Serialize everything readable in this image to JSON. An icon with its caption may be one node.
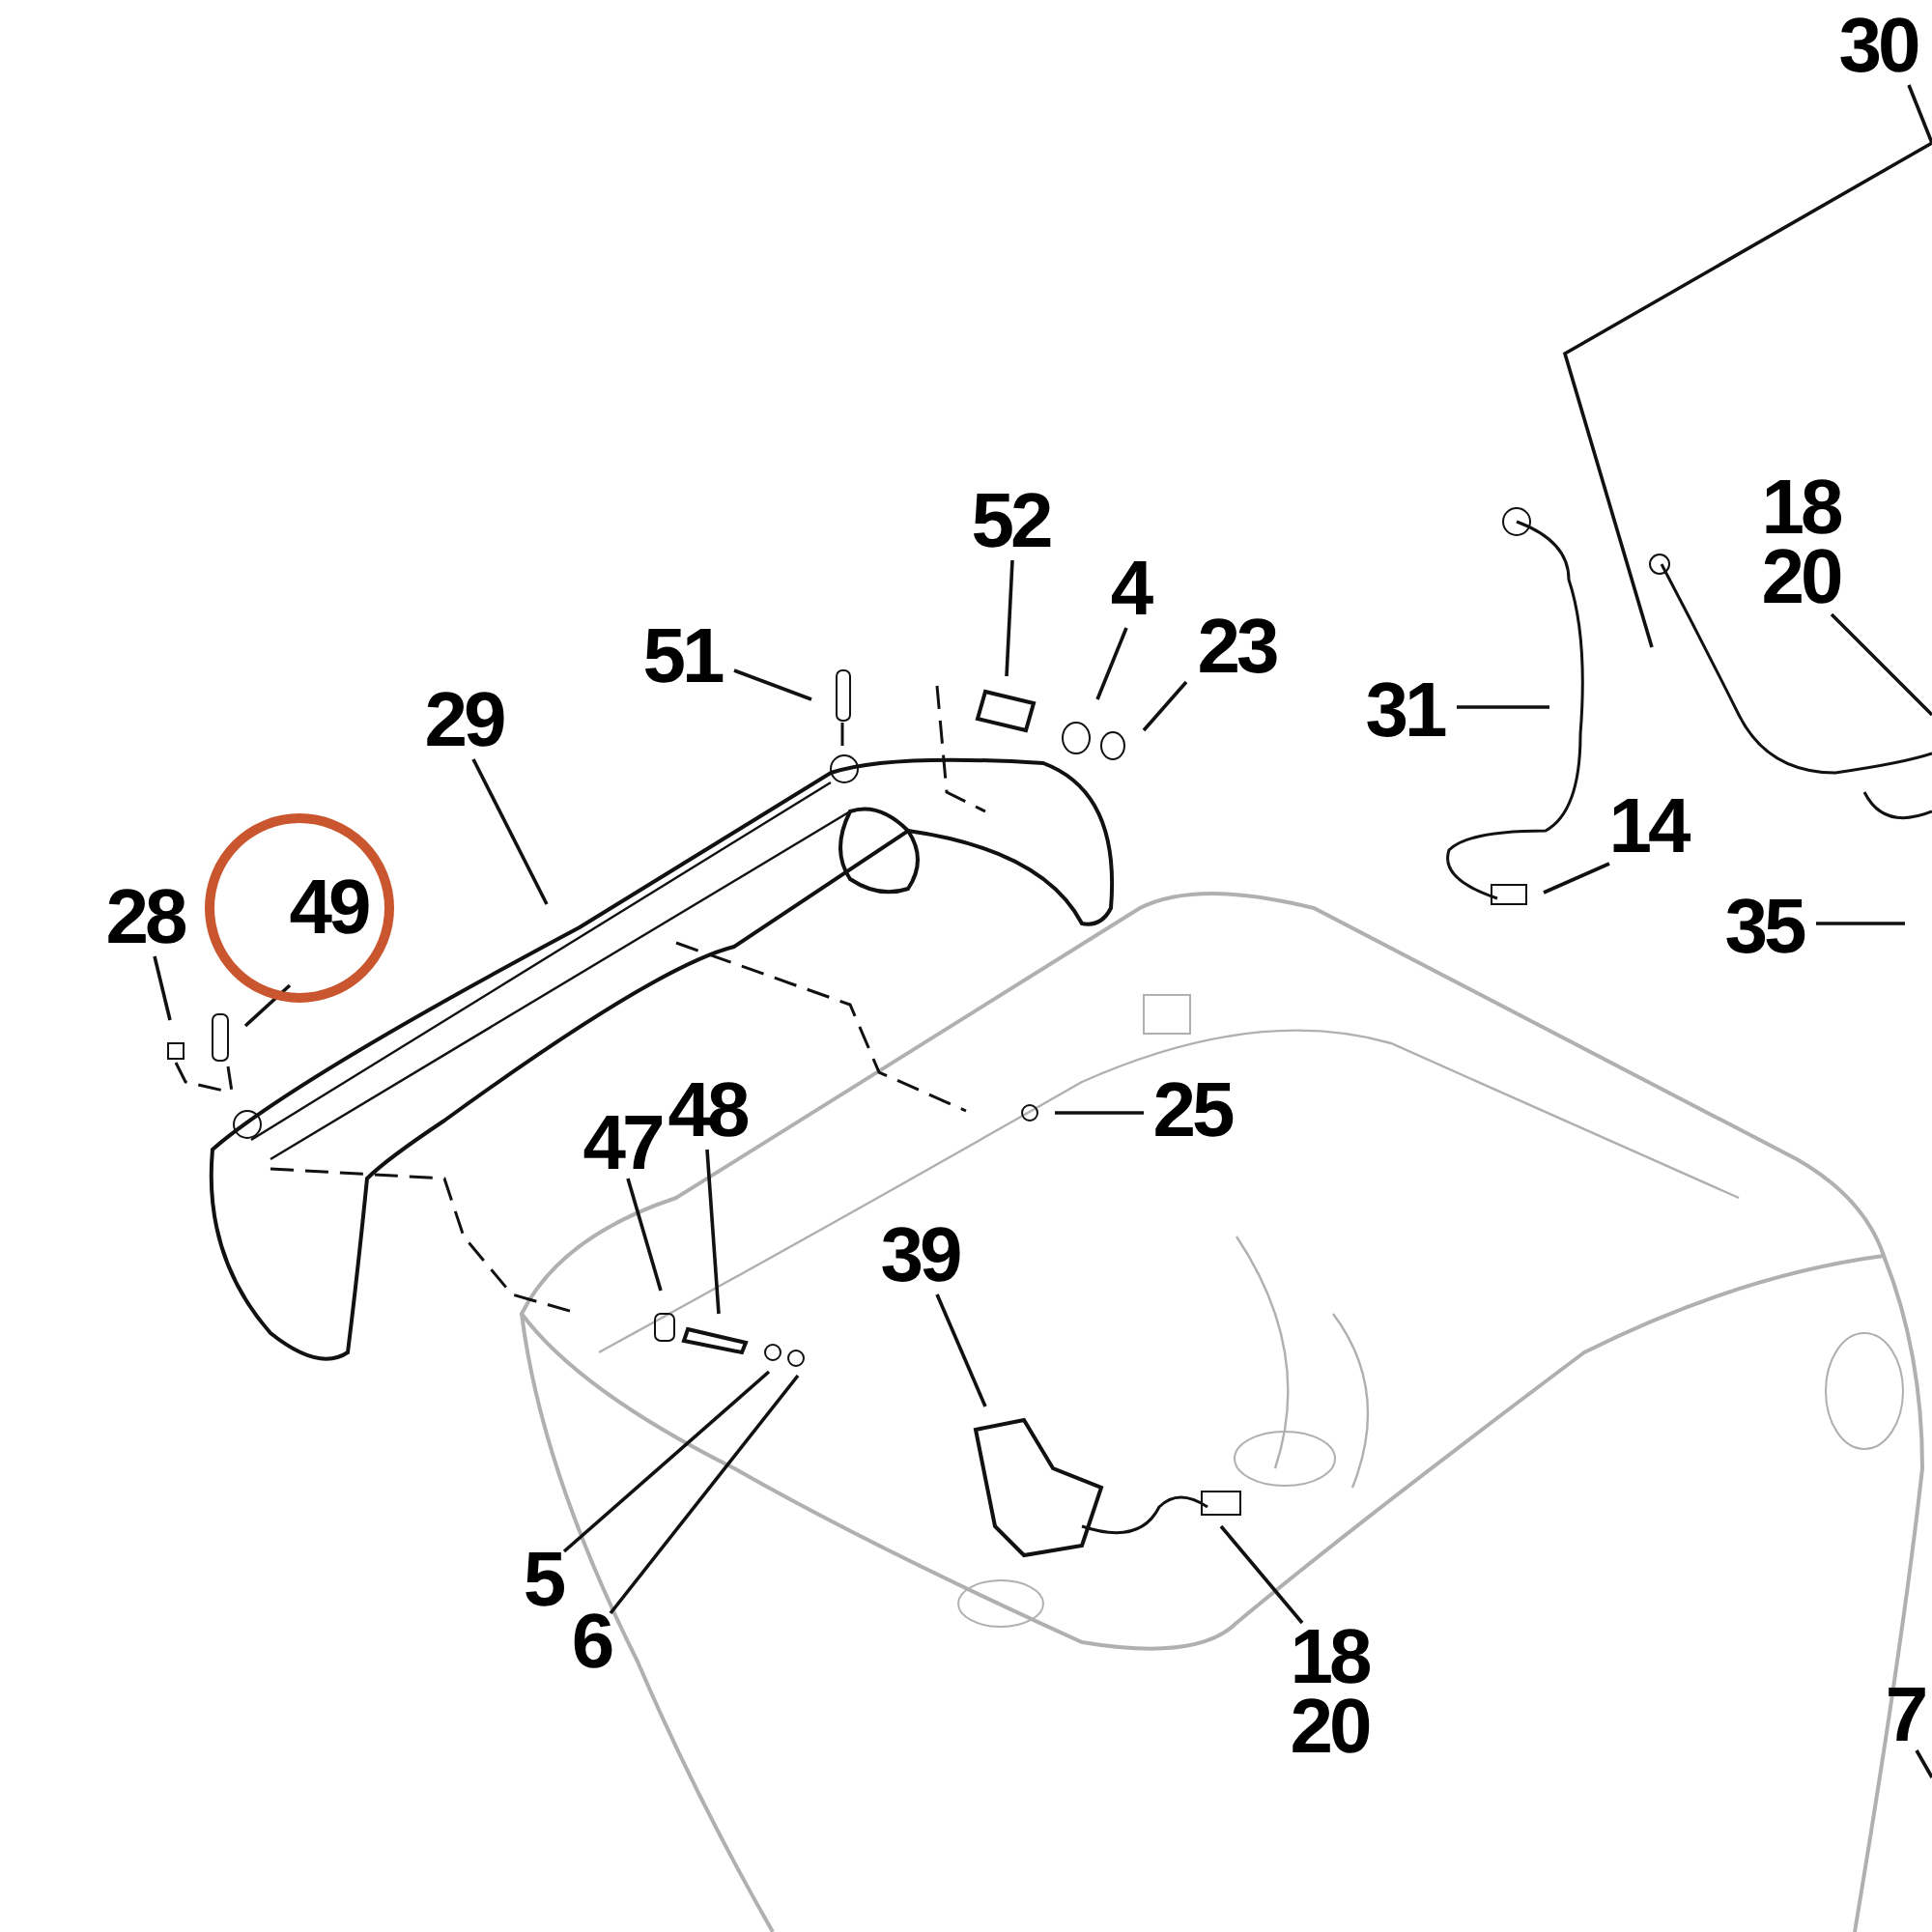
{
  "diagram": {
    "nodes": [
      {
        "text": [
          "30"
        ]
      },
      {
        "text": [
          "18",
          "20"
        ]
      },
      {
        "text": [
          "52"
        ]
      },
      {
        "text": [
          "4"
        ]
      },
      {
        "text": [
          "23"
        ]
      },
      {
        "text": [
          "51"
        ]
      },
      {
        "text": [
          "31"
        ]
      },
      {
        "text": [
          "29"
        ]
      },
      {
        "text": [
          "14"
        ]
      },
      {
        "text": [
          "35"
        ]
      },
      {
        "text": [
          "28"
        ]
      },
      {
        "text": [
          "49"
        ]
      },
      {
        "text": [
          "25"
        ]
      },
      {
        "text": [
          "47"
        ]
      },
      {
        "text": [
          "48"
        ]
      },
      {
        "text": [
          "39"
        ]
      },
      {
        "text": [
          "5"
        ]
      },
      {
        "text": [
          "6"
        ]
      },
      {
        "text": [
          "18",
          "20"
        ]
      },
      {
        "text": [
          "7"
        ]
      }
    ],
    "edges": [
      {
        "from": 0,
        "to": null,
        "arrow": "none"
      },
      {
        "from": 1,
        "to": null,
        "arrow": "none"
      },
      {
        "from": 2,
        "to": null,
        "arrow": "none"
      },
      {
        "from": 3,
        "to": null,
        "arrow": "none"
      },
      {
        "from": 4,
        "to": null,
        "arrow": "none"
      },
      {
        "from": 5,
        "to": null,
        "arrow": "none"
      },
      {
        "from": 6,
        "to": null,
        "arrow": "none"
      },
      {
        "from": 7,
        "to": null,
        "arrow": "none"
      },
      {
        "from": 8,
        "to": null,
        "arrow": "none"
      },
      {
        "from": 9,
        "to": null,
        "arrow": "none"
      },
      {
        "from": 10,
        "to": null,
        "arrow": "none"
      },
      {
        "from": 11,
        "to": null,
        "arrow": "none"
      },
      {
        "from": 12,
        "to": null,
        "arrow": "none"
      },
      {
        "from": 13,
        "to": null,
        "arrow": "none"
      },
      {
        "from": 14,
        "to": null,
        "arrow": "none"
      },
      {
        "from": 15,
        "to": null,
        "arrow": "none"
      },
      {
        "from": 16,
        "to": null,
        "arrow": "none"
      },
      {
        "from": 17,
        "to": null,
        "arrow": "none"
      },
      {
        "from": 18,
        "to": null,
        "arrow": "none"
      },
      {
        "from": 19,
        "to": null,
        "arrow": "none"
      }
    ]
  }
}
